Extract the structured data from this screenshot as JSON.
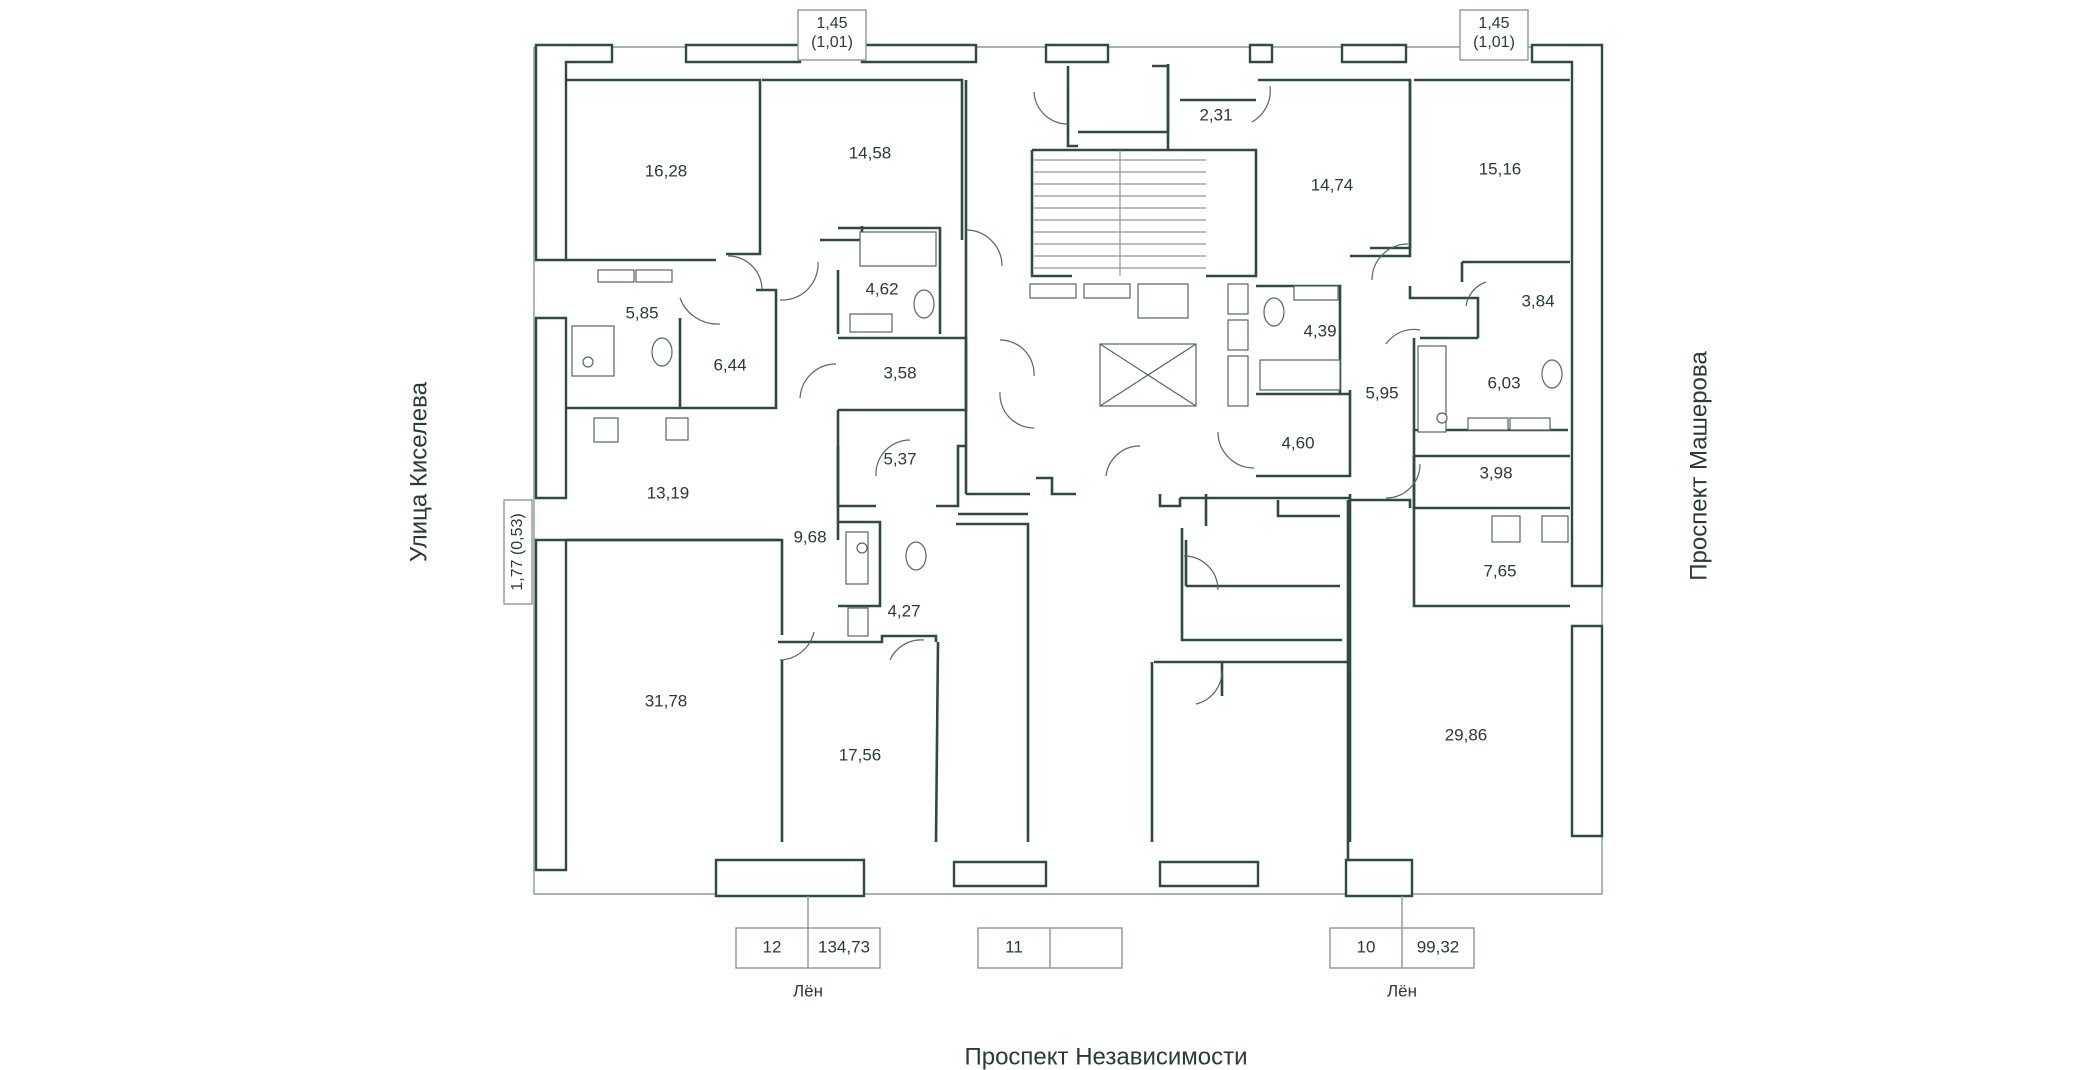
{
  "streets": {
    "bottom": "Проспект Независимости",
    "left": "Улица Киселева",
    "right": "Проспект Машерова"
  },
  "courtyard_labels": {
    "left": "Лён",
    "right": "Лён"
  },
  "balconies": {
    "left_top_area": "1,45",
    "left_top_sub": "(1,01)",
    "right_top_area": "1,45",
    "right_top_sub": "(1,01)",
    "left_side": "1,77 (0,53)"
  },
  "apartments": [
    {
      "number": "12",
      "area": "134,73"
    },
    {
      "number": "11",
      "area": ""
    },
    {
      "number": "10",
      "area": "99,32"
    }
  ],
  "rooms": [
    "16,28",
    "14,58",
    "2,31",
    "14,74",
    "15,16",
    "5,85",
    "4,62",
    "6,44",
    "3,58",
    "4,39",
    "3,84",
    "6,03",
    "5,95",
    "5,37",
    "4,60",
    "13,19",
    "3,98",
    "9,68",
    "4,27",
    "7,65",
    "31,78",
    "17,56",
    "29,86"
  ],
  "colors": {
    "wall": "#2f4a3e",
    "thin": "#8a9a92",
    "text": "#2b3a33"
  }
}
